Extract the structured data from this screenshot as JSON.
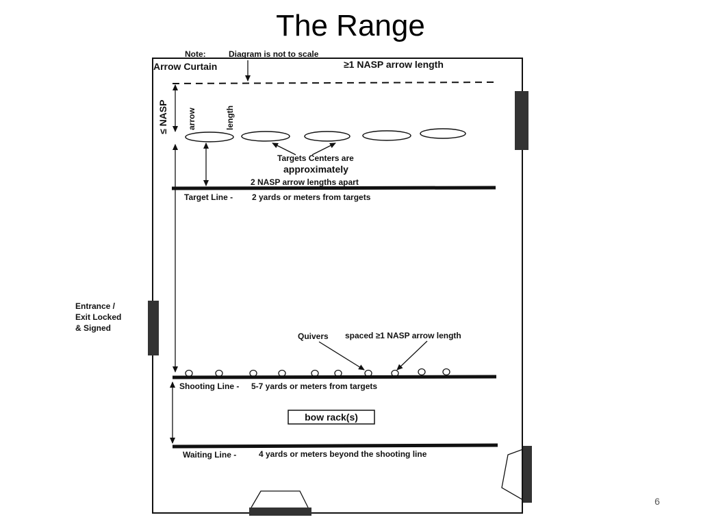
{
  "slide": {
    "title": "The Range",
    "page_number": "6"
  },
  "diagram": {
    "note_label": "Note:",
    "note_text": "Diagram is not to scale",
    "arrow_curtain": "Arrow Curtain",
    "curtain_distance": "≥1 NASP arrow length",
    "target_gap_nasp": "≤ NASP",
    "target_gap_arrow": "arrow",
    "target_gap_length": "length",
    "target_centers_line1": "Targets Centers are",
    "target_centers_line2": "approximately",
    "target_centers_line3": "2 NASP arrow lengths apart",
    "target_line_label": "Target Line -",
    "target_line_desc": "2 yards or meters from targets",
    "entrance_line1": "Entrance /",
    "entrance_line2": "Exit Locked",
    "entrance_line3": "& Signed",
    "quivers_label": "Quivers",
    "quivers_spacing": "spaced ≥1 NASP arrow length",
    "shooting_line_label": "Shooting Line -",
    "shooting_line_desc": "5-7 yards or meters from targets",
    "bow_rack": "bow rack(s)",
    "waiting_line_label": "Waiting Line -",
    "waiting_line_desc": "4 yards or meters beyond the shooting line"
  },
  "colors": {
    "ink": "#111111",
    "door": "#333333"
  }
}
